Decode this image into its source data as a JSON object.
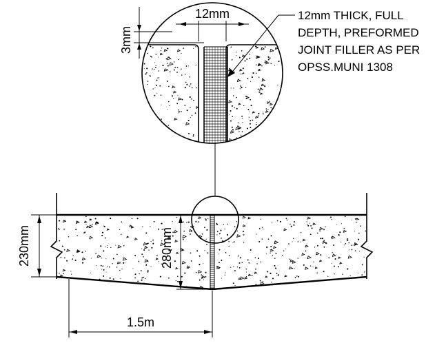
{
  "labels": {
    "joint_width": "12mm",
    "recess_depth": "3mm",
    "slab_thickness": "230mm",
    "joint_depth": "280mm",
    "half_span": "1.5m"
  },
  "note_lines": [
    "12mm THICK, FULL",
    "DEPTH, PREFORMED",
    "JOINT FILLER AS PER",
    "OPSS.MUNI 1308"
  ]
}
